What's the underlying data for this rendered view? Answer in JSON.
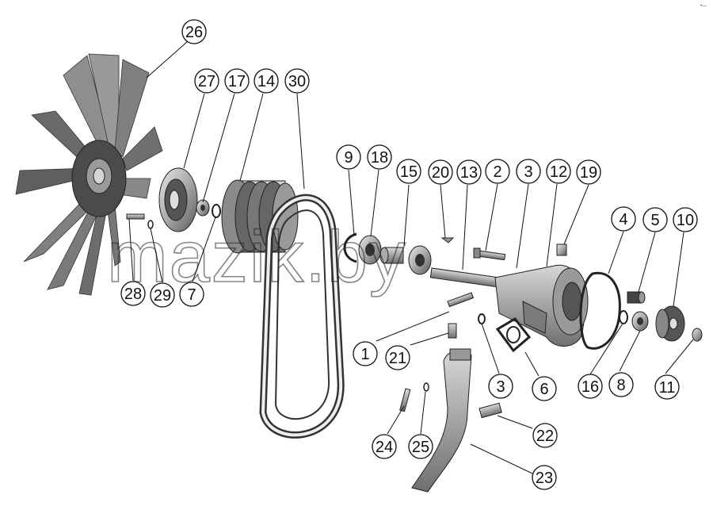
{
  "diagram": {
    "watermark": "mazik.by",
    "corner_mark": "•—",
    "callouts": [
      "26",
      "27",
      "17",
      "14",
      "30",
      "9",
      "18",
      "15",
      "20",
      "13",
      "2",
      "3",
      "12",
      "19",
      "4",
      "5",
      "10",
      "28",
      "29",
      "7",
      "1",
      "21",
      "3",
      "6",
      "16",
      "8",
      "11",
      "24",
      "25",
      "22",
      "23"
    ]
  }
}
